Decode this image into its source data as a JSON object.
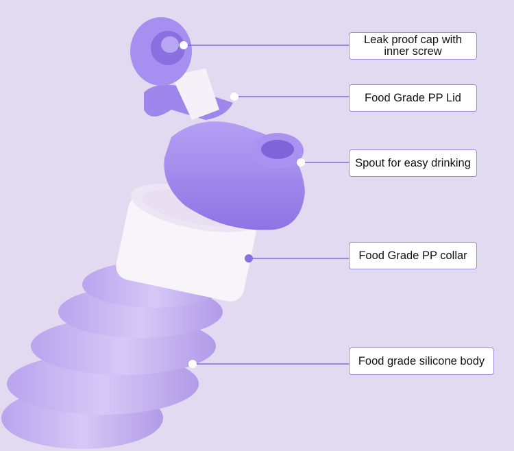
{
  "callouts": [
    {
      "label": "Leak proof cap with",
      "label2": "inner screw"
    },
    {
      "label": "Food Grade PP Lid"
    },
    {
      "label": "Spout for easy drinking"
    },
    {
      "label": "Food Grade PP collar"
    },
    {
      "label": "Food grade silicone body"
    }
  ],
  "colors": {
    "background": "#e2daf0",
    "line": "#6b52d8",
    "lid": "#9d86ec",
    "silicone": "#c4b2f0",
    "collar": "#f7f5fa"
  }
}
